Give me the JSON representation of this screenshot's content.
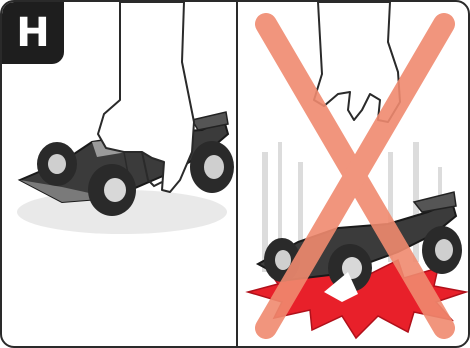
{
  "step": {
    "label": "H"
  },
  "panels": [
    {
      "role": "correct"
    },
    {
      "role": "incorrect",
      "cross_color": "#f08a6f",
      "impact_color": "#e8202a"
    }
  ]
}
